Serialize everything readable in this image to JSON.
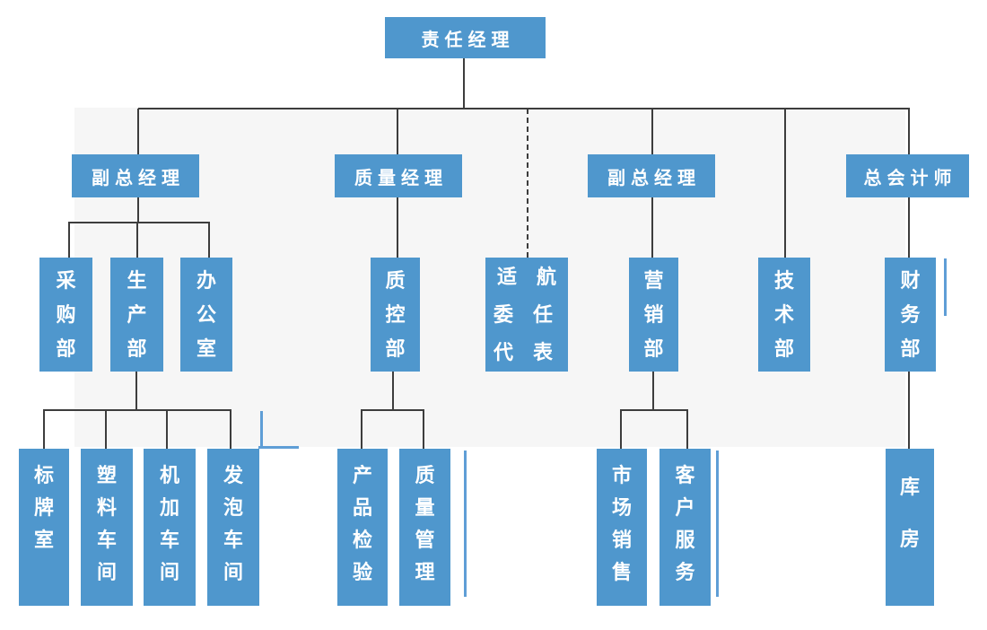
{
  "colors": {
    "node_fill": "#4f97cd",
    "connector": "#3d3d3d",
    "panel_background": "#f6f6f6",
    "node_text": "#ffffff",
    "page_background": "#ffffff"
  },
  "nodes": {
    "root": {
      "label": "责任经理"
    },
    "vp1": {
      "label": "副总经理"
    },
    "qm": {
      "label": "质量经理"
    },
    "vp2": {
      "label": "副总经理"
    },
    "ca": {
      "label": "总会计师"
    },
    "purchasing": {
      "label": "采购部",
      "display": "采\n购\n部"
    },
    "production": {
      "label": "生产部",
      "display": "生\n产\n部"
    },
    "office": {
      "label": "办公室",
      "display": "办\n公\n室"
    },
    "qc": {
      "label": "质控部",
      "display": "质\n控\n部"
    },
    "awr": {
      "label": "适航委任代表",
      "display": "适 航\n委 任\n代 表"
    },
    "marketing": {
      "label": "营销部",
      "display": "营\n销\n部"
    },
    "tech": {
      "label": "技术部",
      "display": "技\n术\n部"
    },
    "finance": {
      "label": "财务部",
      "display": "财\n务\n部"
    },
    "signroom": {
      "label": "标牌室",
      "display": "标\n牌\n室"
    },
    "plastic": {
      "label": "塑料车间",
      "display": "塑\n料\n车\n间"
    },
    "machining": {
      "label": "机加车间",
      "display": "机\n加\n车\n间"
    },
    "foam": {
      "label": "发泡车间",
      "display": "发\n泡\n车\n间"
    },
    "inspection": {
      "label": "产品检验",
      "display": "产\n品\n检\n验"
    },
    "qmgmt": {
      "label": "质量管理",
      "display": "质\n量\n管\n理"
    },
    "sales": {
      "label": "市场销售",
      "display": "市\n场\n销\n售"
    },
    "service": {
      "label": "客户服务",
      "display": "客\n户\n服\n务"
    },
    "warehouse": {
      "label": "库房",
      "display": "库\n房"
    }
  },
  "edges": [
    [
      "root",
      "vp1"
    ],
    [
      "root",
      "qm"
    ],
    [
      "root",
      "awr",
      "dashed"
    ],
    [
      "root",
      "vp2"
    ],
    [
      "root",
      "tech"
    ],
    [
      "root",
      "ca"
    ],
    [
      "vp1",
      "purchasing"
    ],
    [
      "vp1",
      "production"
    ],
    [
      "vp1",
      "office"
    ],
    [
      "qm",
      "qc"
    ],
    [
      "vp2",
      "marketing"
    ],
    [
      "ca",
      "finance"
    ],
    [
      "production",
      "signroom"
    ],
    [
      "production",
      "plastic"
    ],
    [
      "production",
      "machining"
    ],
    [
      "production",
      "foam"
    ],
    [
      "qc",
      "inspection"
    ],
    [
      "qc",
      "qmgmt"
    ],
    [
      "marketing",
      "sales"
    ],
    [
      "marketing",
      "service"
    ],
    [
      "finance",
      "warehouse"
    ]
  ]
}
